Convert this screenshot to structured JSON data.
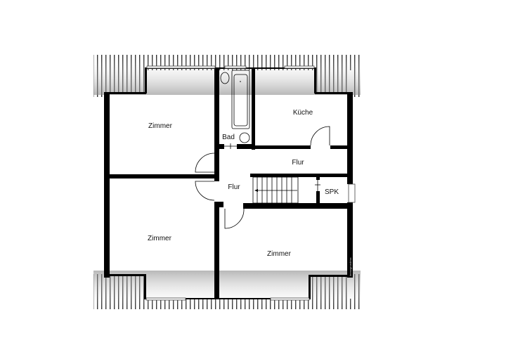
{
  "rooms": {
    "zimmer_top_left": "Zimmer",
    "bad": "Bad",
    "kueche": "Küche",
    "flur_upper": "Flur",
    "flur_center": "Flur",
    "spk": "SPK",
    "zimmer_bottom_left": "Zimmer",
    "zimmer_bottom_right": "Zimmer"
  },
  "watermark": "Immogrundriss",
  "colors": {
    "wall": "#000000",
    "background": "#ffffff",
    "hatch": "#555555"
  }
}
